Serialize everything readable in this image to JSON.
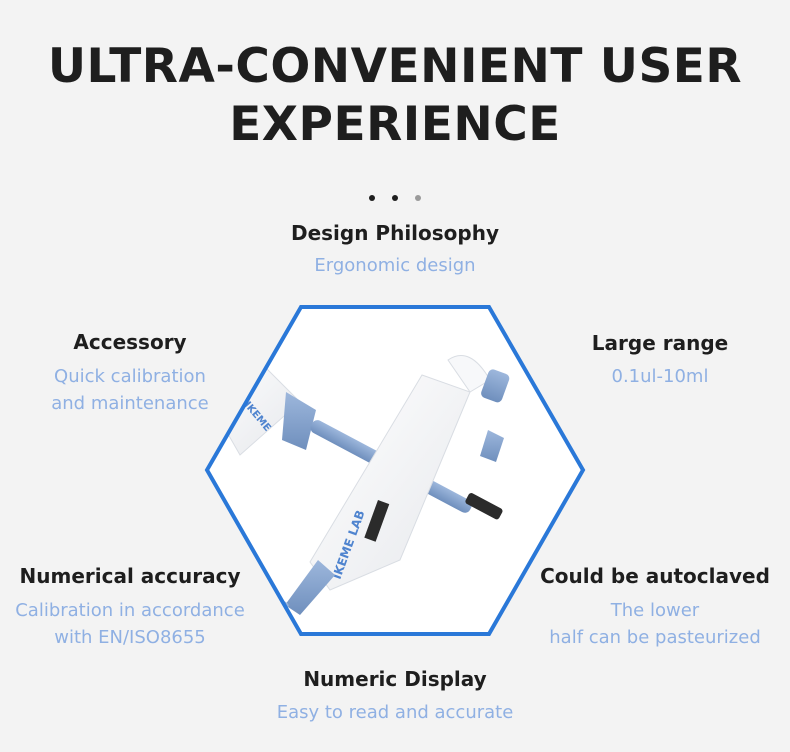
{
  "heading": {
    "line1": "ULTRA-CONVENIENT USER",
    "line2": "EXPERIENCE"
  },
  "pager": {
    "dots": [
      "active",
      "active",
      "inactive"
    ]
  },
  "colors": {
    "accent_text": "#8fb0e3",
    "hexagon_border": "#2a78d8",
    "pipette_blue": "#8aa7cf",
    "dot_active": "#1e1e1e",
    "dot_inactive": "#9a9a9a"
  },
  "features": {
    "design": {
      "title": "Design Philosophy",
      "desc": "Ergonomic design"
    },
    "accessory": {
      "title": "Accessory",
      "desc": "Quick calibration\nand maintenance"
    },
    "range": {
      "title": "Large range",
      "desc": "0.1ul-10ml"
    },
    "accuracy": {
      "title": "Numerical accuracy",
      "desc": "Calibration in accordance\nwith EN/ISO8655"
    },
    "autoclave": {
      "title": "Could be autoclaved",
      "desc": "The lower\nhalf can be pasteurized"
    },
    "display": {
      "title": "Numeric Display",
      "desc": "Easy to read and accurate"
    }
  },
  "product_image": {
    "description_icon": "pipette-image",
    "brand_text": "IKEME LAB"
  }
}
